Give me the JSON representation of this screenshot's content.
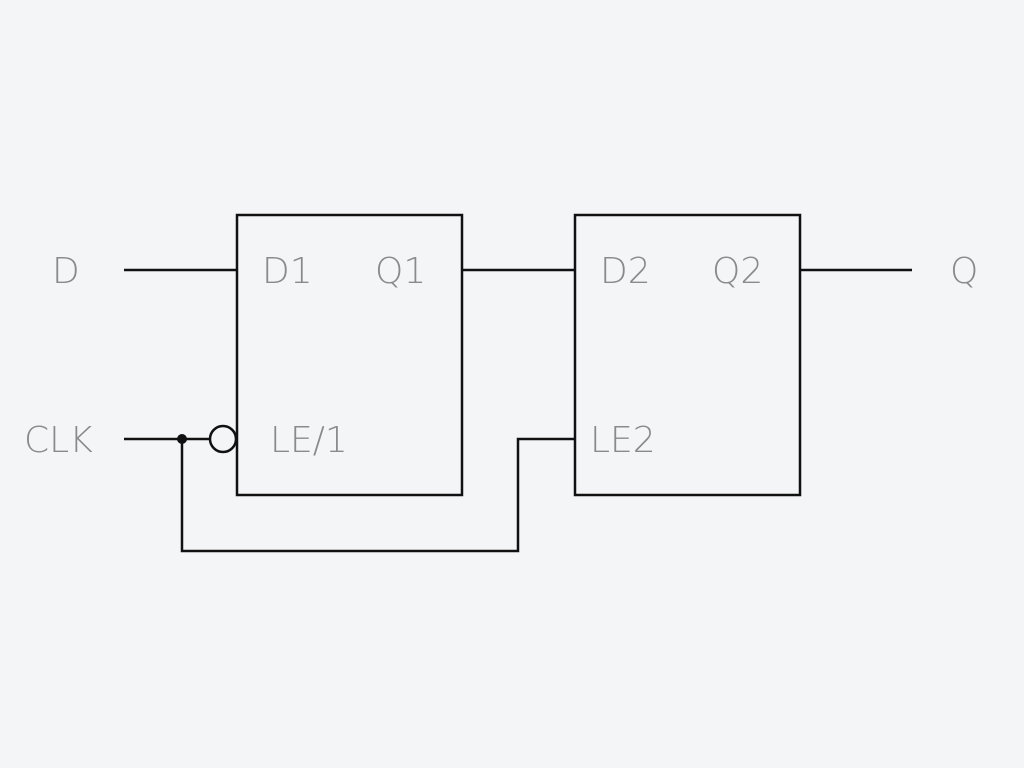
{
  "signals": {
    "input_d": "D",
    "input_clk": "CLK",
    "output_q": "Q"
  },
  "latch1": {
    "d_pin": "D1",
    "q_pin": "Q1",
    "le_pin": "LE/1"
  },
  "latch2": {
    "d_pin": "D2",
    "q_pin": "Q2",
    "le_pin": "LE2"
  },
  "colors": {
    "background": "#f4f5f7",
    "line": "#111111",
    "text": "#8a8a8a"
  }
}
